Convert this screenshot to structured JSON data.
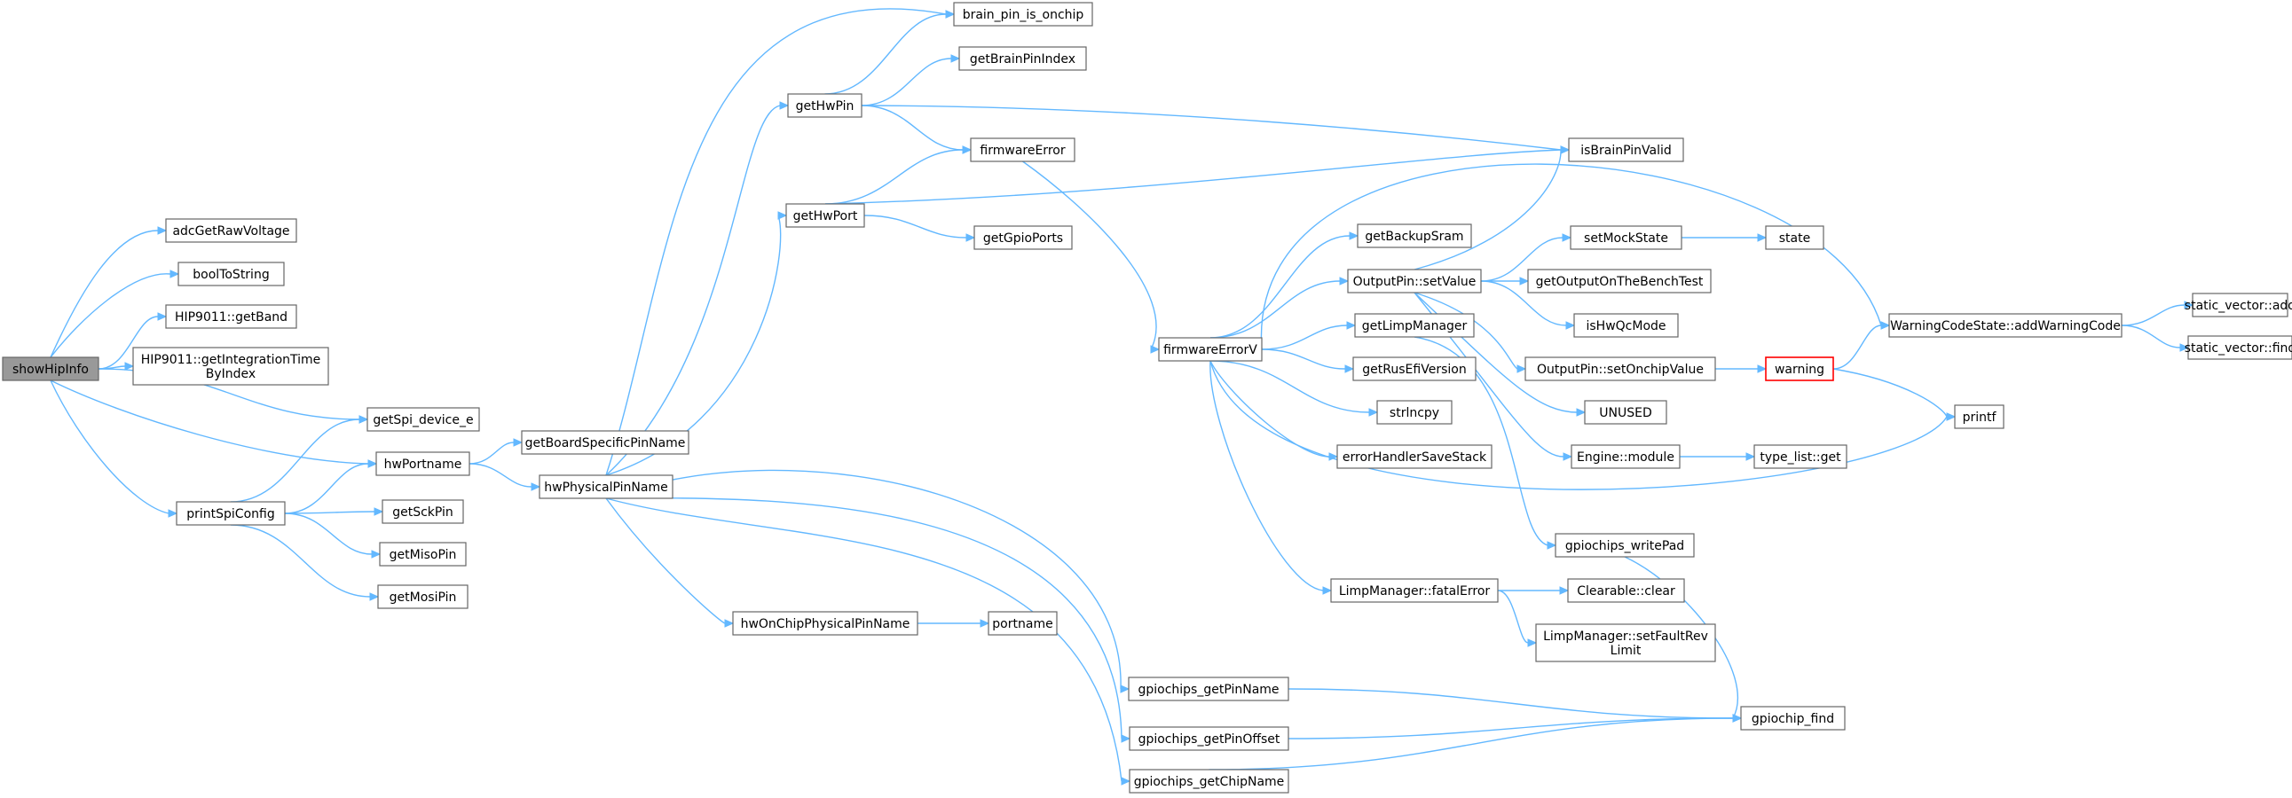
{
  "nodes": [
    {
      "id": "showHipInfo",
      "lines": [
        "showHipInfo"
      ],
      "style": "root"
    },
    {
      "id": "adcGetRawVoltage",
      "lines": [
        "adcGetRawVoltage"
      ]
    },
    {
      "id": "boolToString",
      "lines": [
        "boolToString"
      ]
    },
    {
      "id": "getBand",
      "lines": [
        "HIP9011::getBand"
      ]
    },
    {
      "id": "getIntegrationTime",
      "lines": [
        "HIP9011::getIntegrationTime",
        "ByIndex"
      ]
    },
    {
      "id": "getSpi_device_e",
      "lines": [
        "getSpi_device_e"
      ]
    },
    {
      "id": "hwPortname",
      "lines": [
        "hwPortname"
      ]
    },
    {
      "id": "printSpiConfig",
      "lines": [
        "printSpiConfig"
      ]
    },
    {
      "id": "getSckPin",
      "lines": [
        "getSckPin"
      ]
    },
    {
      "id": "getMisoPin",
      "lines": [
        "getMisoPin"
      ]
    },
    {
      "id": "getMosiPin",
      "lines": [
        "getMosiPin"
      ]
    },
    {
      "id": "getBoardSpecificPinName",
      "lines": [
        "getBoardSpecificPinName"
      ]
    },
    {
      "id": "hwPhysicalPinName",
      "lines": [
        "hwPhysicalPinName"
      ]
    },
    {
      "id": "brain_pin_is_onchip",
      "lines": [
        "brain_pin_is_onchip"
      ]
    },
    {
      "id": "getBrainPinIndex",
      "lines": [
        "getBrainPinIndex"
      ]
    },
    {
      "id": "getHwPin",
      "lines": [
        "getHwPin"
      ]
    },
    {
      "id": "firmwareError",
      "lines": [
        "firmwareError"
      ]
    },
    {
      "id": "getHwPort",
      "lines": [
        "getHwPort"
      ]
    },
    {
      "id": "getGpioPorts",
      "lines": [
        "getGpioPorts"
      ]
    },
    {
      "id": "isBrainPinValid",
      "lines": [
        "isBrainPinValid"
      ]
    },
    {
      "id": "hwOnChipPhysicalPinName",
      "lines": [
        "hwOnChipPhysicalPinName"
      ]
    },
    {
      "id": "portname",
      "lines": [
        "portname"
      ]
    },
    {
      "id": "firmwareErrorV",
      "lines": [
        "firmwareErrorV"
      ]
    },
    {
      "id": "getBackupSram",
      "lines": [
        "getBackupSram"
      ]
    },
    {
      "id": "OutputPin_setValue",
      "lines": [
        "OutputPin::setValue"
      ]
    },
    {
      "id": "getLimpManager",
      "lines": [
        "getLimpManager"
      ]
    },
    {
      "id": "getRusEfiVersion",
      "lines": [
        "getRusEfiVersion"
      ]
    },
    {
      "id": "strlncpy",
      "lines": [
        "strlncpy"
      ]
    },
    {
      "id": "errorHandlerSaveStack",
      "lines": [
        "errorHandlerSaveStack"
      ]
    },
    {
      "id": "LimpManager_fatalError",
      "lines": [
        "LimpManager::fatalError"
      ]
    },
    {
      "id": "setMockState",
      "lines": [
        "setMockState"
      ]
    },
    {
      "id": "state",
      "lines": [
        "state"
      ]
    },
    {
      "id": "getOutputOnTheBenchTest",
      "lines": [
        "getOutputOnTheBenchTest"
      ]
    },
    {
      "id": "isHwQcMode",
      "lines": [
        "isHwQcMode"
      ]
    },
    {
      "id": "OutputPin_setOnchipValue",
      "lines": [
        "OutputPin::setOnchipValue"
      ]
    },
    {
      "id": "UNUSED",
      "lines": [
        "UNUSED"
      ]
    },
    {
      "id": "Engine_module",
      "lines": [
        "Engine::module"
      ]
    },
    {
      "id": "type_list_get",
      "lines": [
        "type_list::get"
      ]
    },
    {
      "id": "gpiochips_writePad",
      "lines": [
        "gpiochips_writePad"
      ]
    },
    {
      "id": "Clearable_clear",
      "lines": [
        "Clearable::clear"
      ]
    },
    {
      "id": "LimpManager_setFaultRevLimit",
      "lines": [
        "LimpManager::setFaultRev",
        "Limit"
      ]
    },
    {
      "id": "warning",
      "lines": [
        "warning"
      ],
      "style": "warn"
    },
    {
      "id": "WarningCodeState_addWarningCode",
      "lines": [
        "WarningCodeState::addWarningCode"
      ]
    },
    {
      "id": "static_vector_add",
      "lines": [
        "static_vector::add"
      ]
    },
    {
      "id": "static_vector_find",
      "lines": [
        "static_vector::find"
      ]
    },
    {
      "id": "printf",
      "lines": [
        "printf"
      ]
    },
    {
      "id": "gpiochips_getPinName",
      "lines": [
        "gpiochips_getPinName"
      ]
    },
    {
      "id": "gpiochips_getPinOffset",
      "lines": [
        "gpiochips_getPinOffset"
      ]
    },
    {
      "id": "gpiochips_getChipName",
      "lines": [
        "gpiochips_getChipName"
      ]
    },
    {
      "id": "gpiochip_find",
      "lines": [
        "gpiochip_find"
      ]
    }
  ],
  "edges": [
    [
      "showHipInfo",
      "adcGetRawVoltage"
    ],
    [
      "showHipInfo",
      "boolToString"
    ],
    [
      "showHipInfo",
      "getBand"
    ],
    [
      "showHipInfo",
      "getIntegrationTime"
    ],
    [
      "showHipInfo",
      "getSpi_device_e"
    ],
    [
      "showHipInfo",
      "hwPortname"
    ],
    [
      "showHipInfo",
      "printSpiConfig"
    ],
    [
      "printSpiConfig",
      "getSpi_device_e"
    ],
    [
      "printSpiConfig",
      "hwPortname"
    ],
    [
      "printSpiConfig",
      "getSckPin"
    ],
    [
      "printSpiConfig",
      "getMisoPin"
    ],
    [
      "printSpiConfig",
      "getMosiPin"
    ],
    [
      "hwPortname",
      "getBoardSpecificPinName"
    ],
    [
      "hwPortname",
      "hwPhysicalPinName"
    ],
    [
      "hwPhysicalPinName",
      "brain_pin_is_onchip"
    ],
    [
      "hwPhysicalPinName",
      "getHwPin"
    ],
    [
      "hwPhysicalPinName",
      "getHwPort"
    ],
    [
      "hwPhysicalPinName",
      "hwOnChipPhysicalPinName"
    ],
    [
      "hwPhysicalPinName",
      "gpiochips_getPinName"
    ],
    [
      "hwPhysicalPinName",
      "gpiochips_getPinOffset"
    ],
    [
      "hwPhysicalPinName",
      "gpiochips_getChipName"
    ],
    [
      "getHwPin",
      "brain_pin_is_onchip"
    ],
    [
      "getHwPin",
      "getBrainPinIndex"
    ],
    [
      "getHwPin",
      "firmwareError"
    ],
    [
      "getHwPin",
      "isBrainPinValid"
    ],
    [
      "getHwPort",
      "firmwareError"
    ],
    [
      "getHwPort",
      "getGpioPorts"
    ],
    [
      "getHwPort",
      "isBrainPinValid"
    ],
    [
      "firmwareError",
      "firmwareErrorV"
    ],
    [
      "hwOnChipPhysicalPinName",
      "portname"
    ],
    [
      "firmwareErrorV",
      "getBackupSram"
    ],
    [
      "firmwareErrorV",
      "OutputPin_setValue"
    ],
    [
      "firmwareErrorV",
      "getLimpManager"
    ],
    [
      "firmwareErrorV",
      "getRusEfiVersion"
    ],
    [
      "firmwareErrorV",
      "strlncpy"
    ],
    [
      "firmwareErrorV",
      "errorHandlerSaveStack"
    ],
    [
      "firmwareErrorV",
      "LimpManager_fatalError"
    ],
    [
      "firmwareErrorV",
      "WarningCodeState_addWarningCode"
    ],
    [
      "firmwareErrorV",
      "printf"
    ],
    [
      "OutputPin_setValue",
      "isBrainPinValid"
    ],
    [
      "OutputPin_setValue",
      "setMockState"
    ],
    [
      "OutputPin_setValue",
      "getOutputOnTheBenchTest"
    ],
    [
      "OutputPin_setValue",
      "isHwQcMode"
    ],
    [
      "OutputPin_setValue",
      "OutputPin_setOnchipValue"
    ],
    [
      "OutputPin_setValue",
      "UNUSED"
    ],
    [
      "OutputPin_setValue",
      "Engine_module"
    ],
    [
      "getLimpManager",
      "gpiochips_writePad"
    ],
    [
      "setMockState",
      "state"
    ],
    [
      "OutputPin_setOnchipValue",
      "warning"
    ],
    [
      "Engine_module",
      "type_list_get"
    ],
    [
      "LimpManager_fatalError",
      "Clearable_clear"
    ],
    [
      "LimpManager_fatalError",
      "LimpManager_setFaultRevLimit"
    ],
    [
      "warning",
      "WarningCodeState_addWarningCode"
    ],
    [
      "warning",
      "printf"
    ],
    [
      "WarningCodeState_addWarningCode",
      "static_vector_add"
    ],
    [
      "WarningCodeState_addWarningCode",
      "static_vector_find"
    ],
    [
      "gpiochips_writePad",
      "gpiochip_find"
    ],
    [
      "gpiochips_getPinName",
      "gpiochip_find"
    ],
    [
      "gpiochips_getPinOffset",
      "gpiochip_find"
    ],
    [
      "gpiochips_getChipName",
      "gpiochip_find"
    ]
  ]
}
